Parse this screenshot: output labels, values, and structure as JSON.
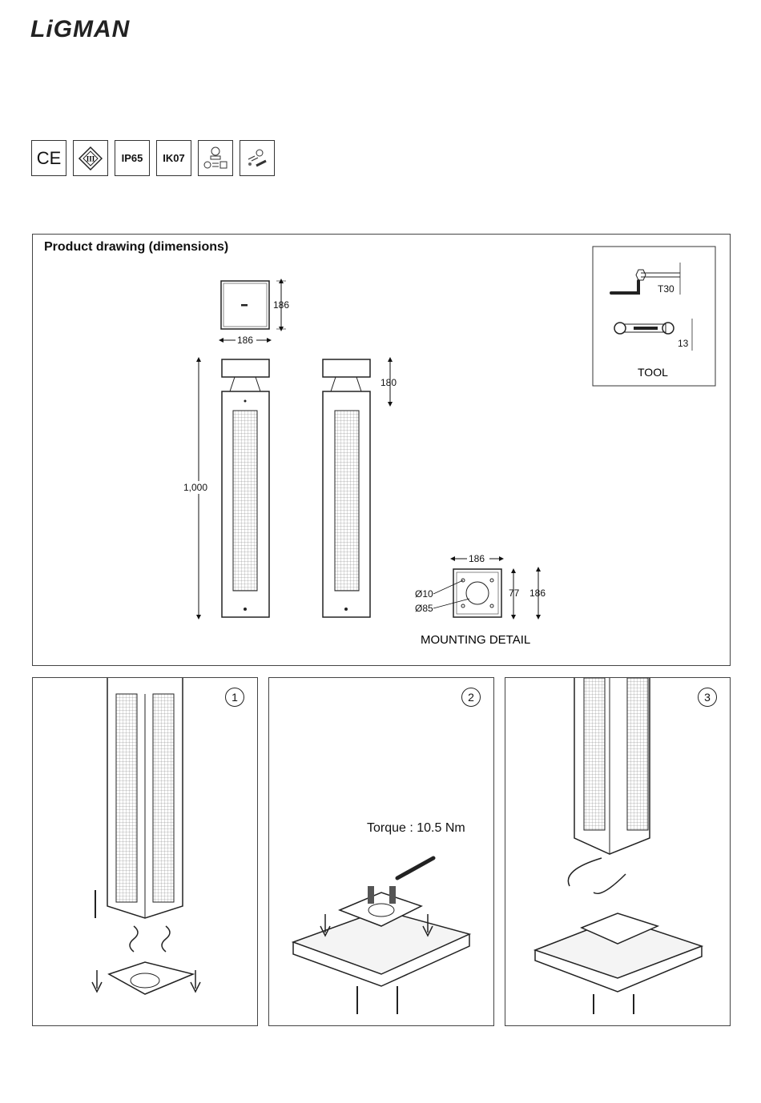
{
  "brand": "LiGMAN",
  "badges": [
    "CE",
    "III",
    "IP65",
    "IK07"
  ],
  "drawing": {
    "title": "Product drawing (dimensions)",
    "dims": {
      "top_width": "186",
      "top_depth": "186",
      "height": "1,000",
      "head_height": "180",
      "mount_width": "186",
      "mount_inner": "77",
      "mount_depth": "186",
      "hole": "Ø10",
      "center": "Ø85"
    },
    "mounting_label": "MOUNTING DETAIL",
    "tool": {
      "label": "TOOL",
      "key": "T30",
      "wrench": "13"
    }
  },
  "steps": {
    "one": "1",
    "two": "2",
    "three": "3",
    "torque": "Torque : 10.5 Nm"
  }
}
